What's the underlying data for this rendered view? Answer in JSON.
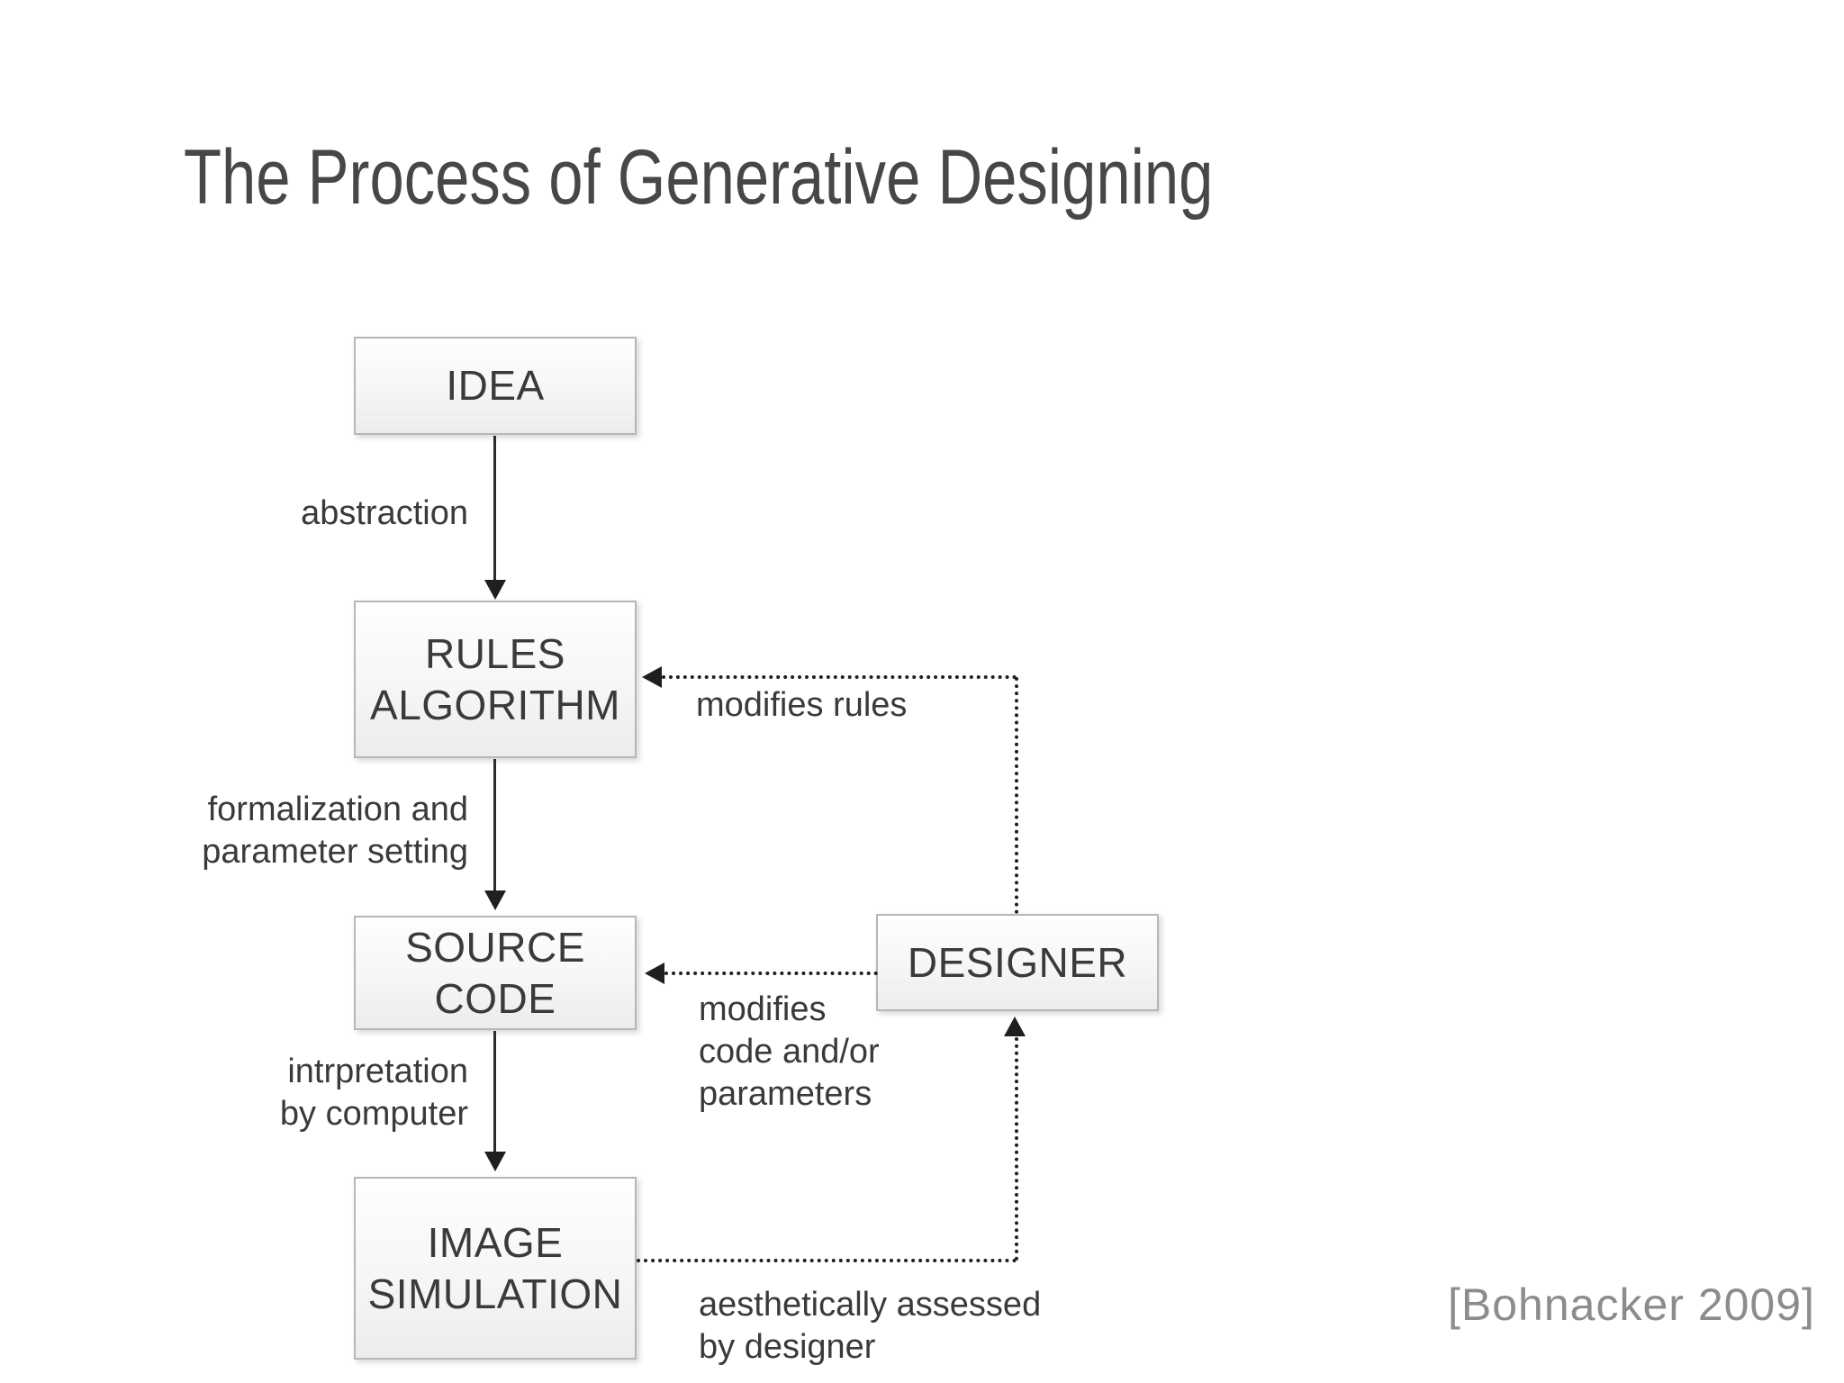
{
  "slide": {
    "title": "The Process of Generative Designing",
    "credit": "[Bohnacker 2009]",
    "background_color": "#ffffff"
  },
  "diagram": {
    "nodes": [
      {
        "id": "idea",
        "label": "IDEA"
      },
      {
        "id": "rules",
        "label": "RULES\nALGORITHM"
      },
      {
        "id": "source",
        "label": "SOURCE CODE"
      },
      {
        "id": "image",
        "label": "IMAGE\nSIMULATION"
      },
      {
        "id": "designer",
        "label": "DESIGNER"
      }
    ],
    "edges": [
      {
        "from": "idea",
        "to": "rules",
        "style": "solid",
        "label": "abstraction"
      },
      {
        "from": "rules",
        "to": "source",
        "style": "solid",
        "label": "formalization and\nparameter setting"
      },
      {
        "from": "source",
        "to": "image",
        "style": "solid",
        "label": "intrpretation\nby computer"
      },
      {
        "from": "designer",
        "to": "rules",
        "style": "dotted",
        "label": "modifies rules"
      },
      {
        "from": "designer",
        "to": "source",
        "style": "dotted",
        "label": "modifies\ncode and/or\nparameters"
      },
      {
        "from": "image",
        "to": "designer",
        "style": "dotted",
        "label": "aesthetically assessed\nby designer"
      }
    ],
    "colors": {
      "box_border": "#b7b7b7",
      "box_fill": "#f3f3f3",
      "text": "#3a3a3a",
      "line": "#2b2b2b",
      "title_text": "#474747",
      "credit_text": "#8c8c8c"
    }
  }
}
